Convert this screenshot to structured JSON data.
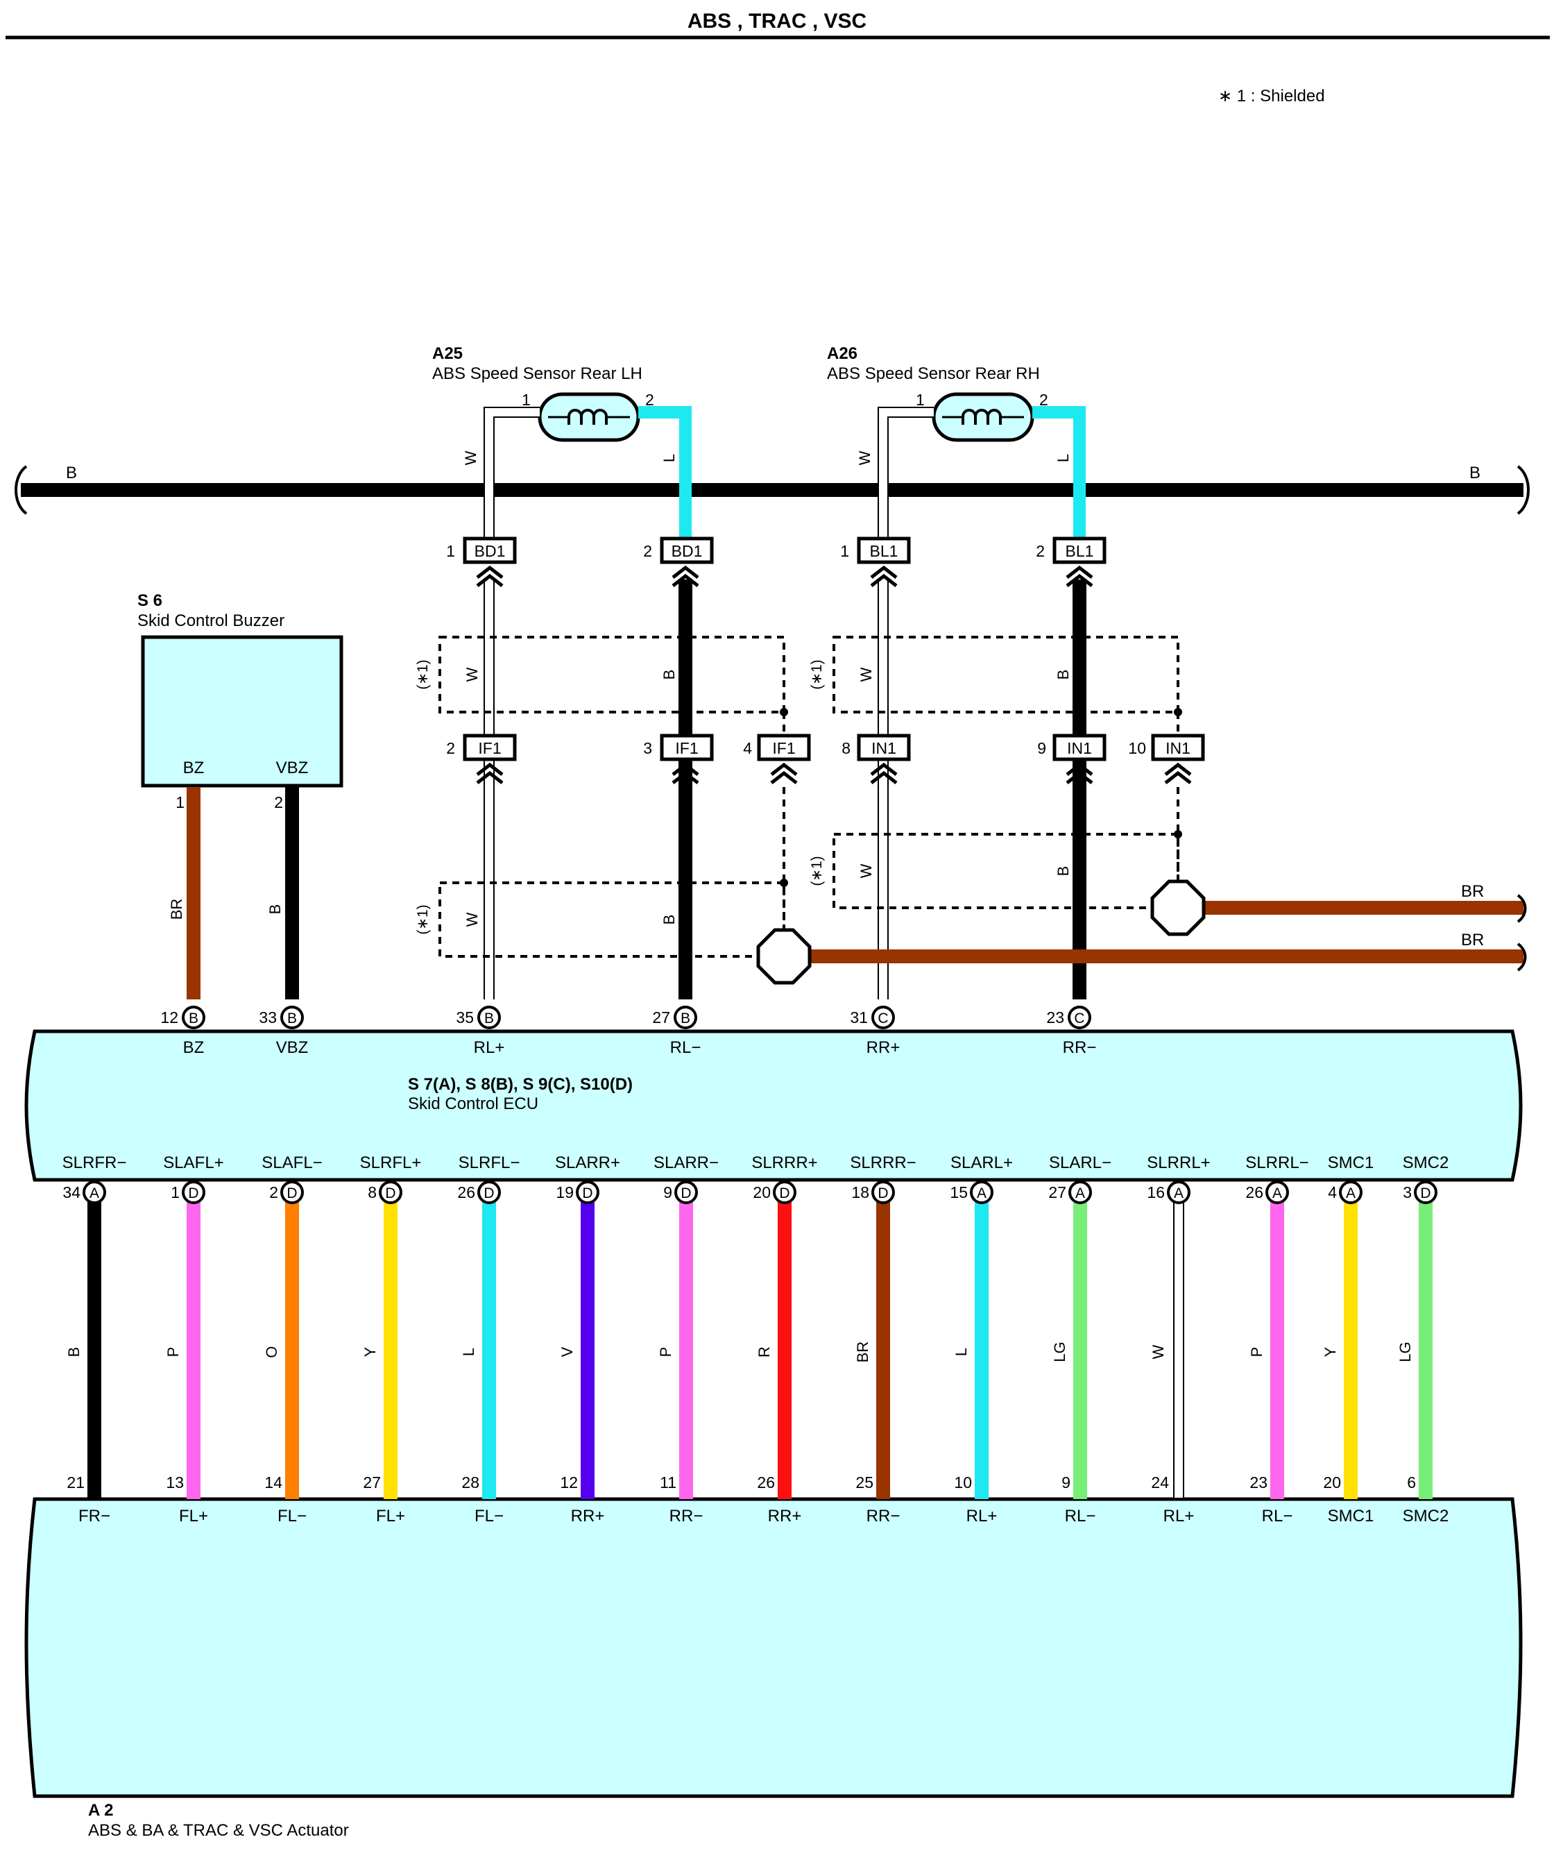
{
  "title": "ABS , TRAC , VSC",
  "legend_note": "∗ 1 : Shielded",
  "shield_mark": "(∗1)",
  "bus_label": "B",
  "sensor_lh": {
    "code": "A25",
    "name": "ABS Speed Sensor Rear LH",
    "pin1": "1",
    "pin2": "2",
    "wire1": "W",
    "wire2": "L"
  },
  "sensor_rh": {
    "code": "A26",
    "name": "ABS Speed Sensor Rear RH",
    "pin1": "1",
    "pin2": "2",
    "wire1": "W",
    "wire2": "L"
  },
  "buzzer": {
    "code": "S 6",
    "name": "Skid Control Buzzer",
    "term1": "BZ",
    "term2": "VBZ",
    "pin1": "1",
    "pin2": "2",
    "wire1": "BR",
    "wire2": "B"
  },
  "ecu": {
    "code": "S 7(A), S 8(B), S 9(C), S10(D)",
    "name": "Skid Control ECU"
  },
  "actuator": {
    "code": "A 2",
    "name": "ABS & BA & TRAC & VSC Actuator"
  },
  "connectors_mid": [
    {
      "pin": "1",
      "name": "BD1"
    },
    {
      "pin": "2",
      "name": "BD1"
    },
    {
      "pin": "1",
      "name": "BL1"
    },
    {
      "pin": "2",
      "name": "BL1"
    },
    {
      "pin": "2",
      "name": "IF1"
    },
    {
      "pin": "3",
      "name": "IF1"
    },
    {
      "pin": "4",
      "name": "IF1"
    },
    {
      "pin": "8",
      "name": "IN1"
    },
    {
      "pin": "9",
      "name": "IN1"
    },
    {
      "pin": "10",
      "name": "IN1"
    }
  ],
  "mid_wires": [
    "W",
    "B",
    "W",
    "B",
    "W",
    "B",
    "W",
    "B"
  ],
  "ground_wires": [
    "BR",
    "BR"
  ],
  "ecu_top_pins": [
    {
      "pin": "12",
      "conn": "B",
      "name": "BZ"
    },
    {
      "pin": "33",
      "conn": "B",
      "name": "VBZ"
    },
    {
      "pin": "35",
      "conn": "B",
      "name": "RL+"
    },
    {
      "pin": "27",
      "conn": "B",
      "name": "RL−"
    },
    {
      "pin": "31",
      "conn": "C",
      "name": "RR+"
    },
    {
      "pin": "23",
      "conn": "C",
      "name": "RR−"
    }
  ],
  "bottom_wires": [
    {
      "ecu_name": "SLRFR−",
      "ecu_pin": "34",
      "conn": "A",
      "color_code": "B",
      "color": "#000000",
      "act_pin": "21",
      "act_name": "FR−"
    },
    {
      "ecu_name": "SLAFL+",
      "ecu_pin": "1",
      "conn": "D",
      "color_code": "P",
      "color": "#ff66ee",
      "act_pin": "13",
      "act_name": "FL+"
    },
    {
      "ecu_name": "SLAFL−",
      "ecu_pin": "2",
      "conn": "D",
      "color_code": "O",
      "color": "#ff8000",
      "act_pin": "14",
      "act_name": "FL−"
    },
    {
      "ecu_name": "SLRFL+",
      "ecu_pin": "8",
      "conn": "D",
      "color_code": "Y",
      "color": "#ffe000",
      "act_pin": "27",
      "act_name": "FL+"
    },
    {
      "ecu_name": "SLRFL−",
      "ecu_pin": "26",
      "conn": "D",
      "color_code": "L",
      "color": "#1ee8f0",
      "act_pin": "28",
      "act_name": "FL−"
    },
    {
      "ecu_name": "SLARR+",
      "ecu_pin": "19",
      "conn": "D",
      "color_code": "V",
      "color": "#5500ee",
      "act_pin": "12",
      "act_name": "RR+"
    },
    {
      "ecu_name": "SLARR−",
      "ecu_pin": "9",
      "conn": "D",
      "color_code": "P",
      "color": "#ff66ee",
      "act_pin": "11",
      "act_name": "RR−"
    },
    {
      "ecu_name": "SLRRR+",
      "ecu_pin": "20",
      "conn": "D",
      "color_code": "R",
      "color": "#ff1010",
      "act_pin": "26",
      "act_name": "RR+"
    },
    {
      "ecu_name": "SLRRR−",
      "ecu_pin": "18",
      "conn": "D",
      "color_code": "BR",
      "color": "#993300",
      "act_pin": "25",
      "act_name": "RR−"
    },
    {
      "ecu_name": "SLARL+",
      "ecu_pin": "15",
      "conn": "A",
      "color_code": "L",
      "color": "#1ee8f0",
      "act_pin": "10",
      "act_name": "RL+"
    },
    {
      "ecu_name": "SLARL−",
      "ecu_pin": "27",
      "conn": "A",
      "color_code": "LG",
      "color": "#77ee77",
      "act_pin": "9",
      "act_name": "RL−"
    },
    {
      "ecu_name": "SLRRL+",
      "ecu_pin": "16",
      "conn": "A",
      "color_code": "W",
      "color": "#ffffff",
      "act_pin": "24",
      "act_name": "RL+"
    },
    {
      "ecu_name": "SLRRL−",
      "ecu_pin": "26",
      "conn": "A",
      "color_code": "P",
      "color": "#ff66ee",
      "act_pin": "23",
      "act_name": "RL−"
    },
    {
      "ecu_name": "SMC1",
      "ecu_pin": "4",
      "conn": "A",
      "color_code": "Y",
      "color": "#ffe000",
      "act_pin": "20",
      "act_name": "SMC1"
    },
    {
      "ecu_name": "SMC2",
      "ecu_pin": "3",
      "conn": "D",
      "color_code": "LG",
      "color": "#77ee77",
      "act_pin": "6",
      "act_name": "SMC2"
    }
  ],
  "colors": {
    "cyan_body": "#ccffff",
    "cyan_wire": "#1ee8f0",
    "brown": "#993300",
    "black": "#000000"
  }
}
